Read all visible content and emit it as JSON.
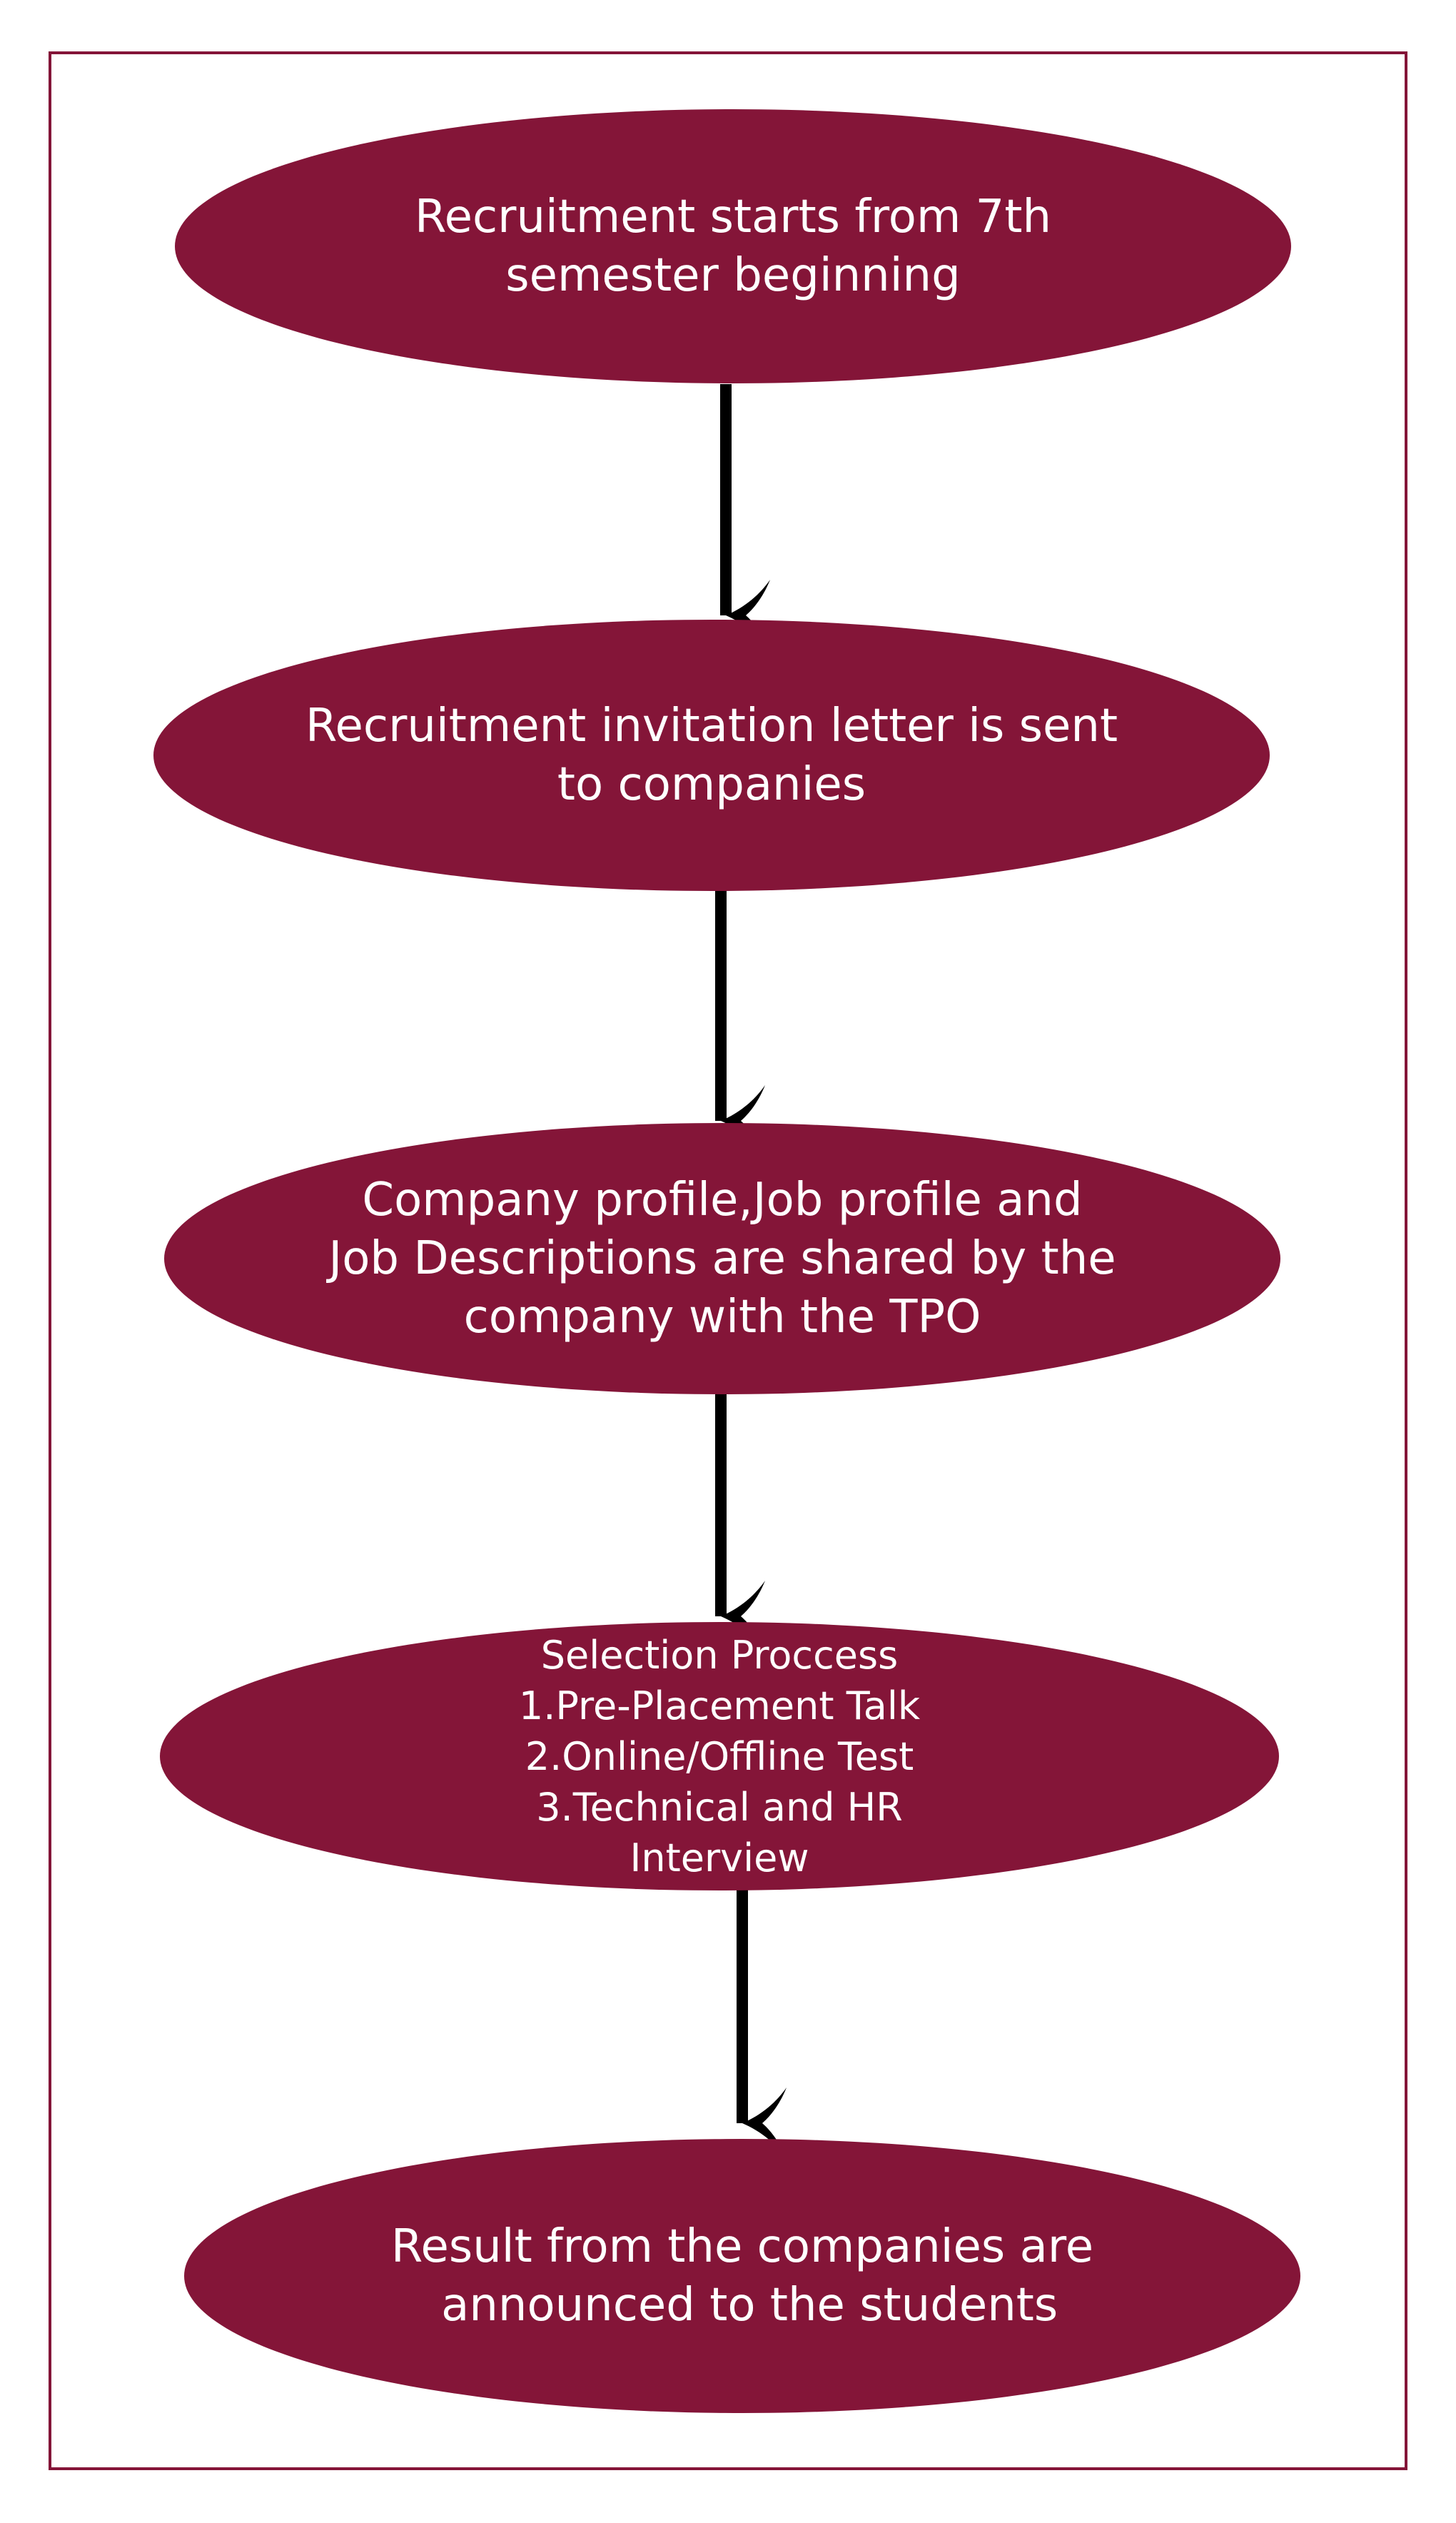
{
  "colors": {
    "node_fill": "#841538",
    "node_text": "#ffffff",
    "frame": "#841538",
    "arrow": "#000000"
  },
  "nodes": [
    {
      "lines": [
        "Recruitment starts from 7th",
        "semester beginning"
      ]
    },
    {
      "lines": [
        "Recruitment invitation letter is sent",
        "to companies"
      ]
    },
    {
      "lines": [
        "Company profile,Job profile and",
        "Job Descriptions are shared by the",
        "company with the TPO"
      ]
    },
    {
      "lines": [
        "Selection Proccess",
        "1.Pre-Placement Talk",
        "2.Online/Offline Test",
        "3.Technical and HR",
        "Interview"
      ]
    },
    {
      "lines": [
        "Result from the companies are",
        " announced to the students"
      ]
    }
  ],
  "edges": [
    {
      "from": 0,
      "to": 1
    },
    {
      "from": 1,
      "to": 2
    },
    {
      "from": 2,
      "to": 3
    },
    {
      "from": 3,
      "to": 4
    }
  ]
}
